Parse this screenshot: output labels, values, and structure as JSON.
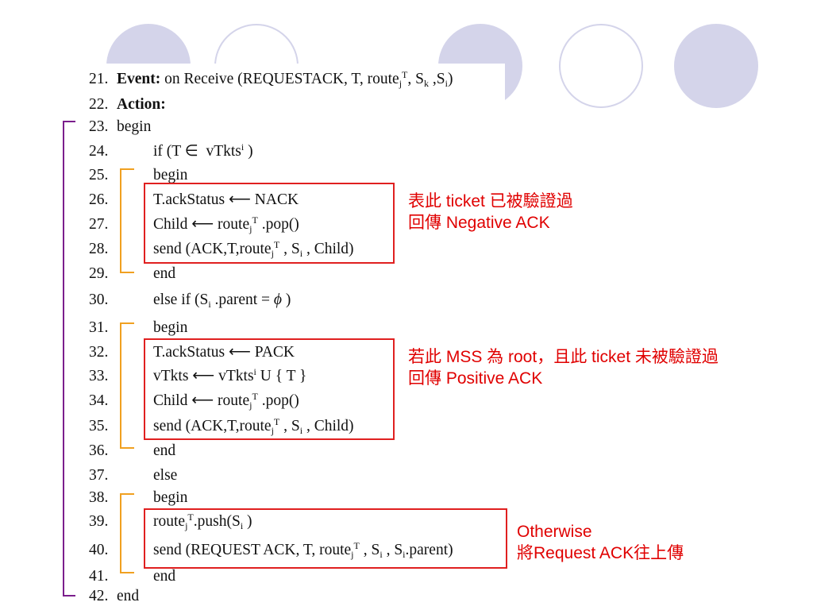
{
  "code": {
    "lines": [
      {
        "n": "21.",
        "html": "<b>Event:</b> on Receive (REQUESTACK, T, route<sub>j</sub><sup>T</sup>, S<sub>k</sub> ,S<sub>i</sub>)"
      },
      {
        "n": "22.",
        "html": "<b>Action:</b>"
      },
      {
        "n": "23.",
        "html": "begin"
      },
      {
        "n": "24.",
        "html": "if (T ∈&nbsp; vTkts<sup>i</sup> )"
      },
      {
        "n": "25.",
        "html": "begin"
      },
      {
        "n": "26.",
        "html": "T.ackStatus ⟵ NACK"
      },
      {
        "n": "27.",
        "html": "Child ⟵ route<sub>j</sub><sup>T</sup> .pop()"
      },
      {
        "n": "28.",
        "html": "send (ACK,T,route<sub>j</sub><sup>T</sup> , S<sub>i</sub> , Child)"
      },
      {
        "n": "29.",
        "html": "end"
      },
      {
        "n": "30.",
        "html": "else if (S<sub>i</sub> .parent = <i>ϕ</i> )"
      },
      {
        "n": "31.",
        "html": "begin"
      },
      {
        "n": "32.",
        "html": "T.ackStatus ⟵ PACK"
      },
      {
        "n": "33.",
        "html": "vTkts ⟵ vTkts<sup>i</sup> U { T }"
      },
      {
        "n": "34.",
        "html": "Child ⟵ route<sub>j</sub><sup>T</sup> .pop()"
      },
      {
        "n": "35.",
        "html": "send (ACK,T,route<sub>j</sub><sup>T</sup> , S<sub>i</sub> , Child)"
      },
      {
        "n": "36.",
        "html": "end"
      },
      {
        "n": "37.",
        "html": "else"
      },
      {
        "n": "38.",
        "html": "begin"
      },
      {
        "n": "39.",
        "html": "route<sub>j</sub><sup>T</sup>.push(S<sub>i</sub> )"
      },
      {
        "n": "40.",
        "html": "send (REQUEST ACK, T, route<sub>j</sub><sup>T</sup> , S<sub>i</sub> , S<sub>i</sub>.parent)"
      },
      {
        "n": "41.",
        "html": "end"
      },
      {
        "n": "42.",
        "html": "end"
      }
    ]
  },
  "notes": {
    "nack_line1": "表此 ticket 已被驗證過",
    "nack_line2": "回傳 Negative ACK",
    "pack_line1": "若此 MSS 為 root，且此 ticket 未被驗證過",
    "pack_line2": "回傳 Positive ACK",
    "other_line1": "Otherwise",
    "other_line2": "將Request ACK往上傳"
  },
  "colors": {
    "circle_fill": "#d4d4ea",
    "annotation_red": "#e00000",
    "outer_bracket_purple": "#7b1e8c",
    "inner_bracket_orange": "#f0a020"
  }
}
